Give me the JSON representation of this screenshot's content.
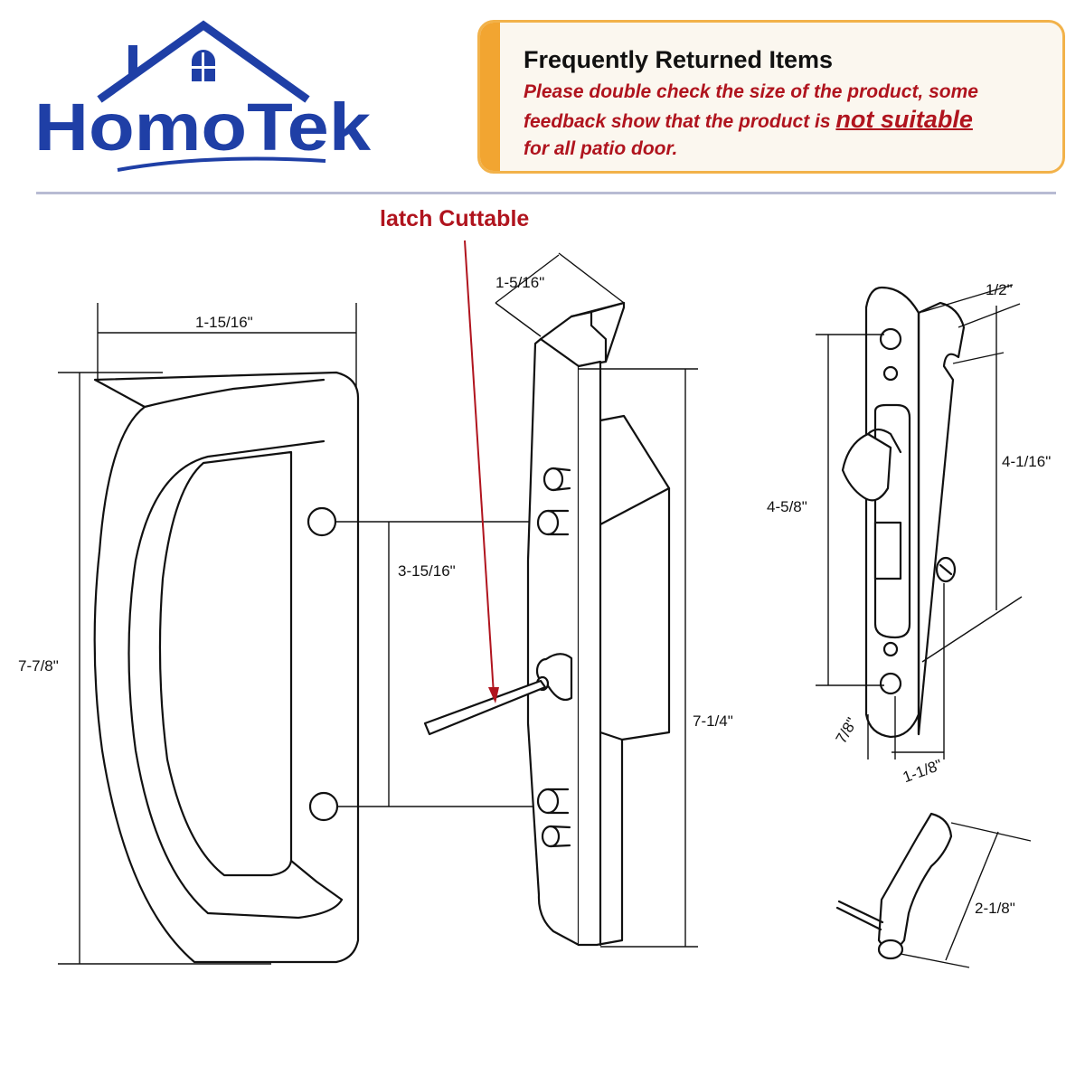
{
  "brand": {
    "name": "HomoTek",
    "colors": {
      "primary": "#1f3fa6",
      "notice_border": "#f2b24a",
      "warning_text": "#b0141e"
    }
  },
  "notice": {
    "title": "Frequently Returned Items",
    "line1": "Please double check the size of the product, some",
    "line2_pre": "feedback show that the product is ",
    "line2_highlight": "not suitable",
    "line3": "for all patio door."
  },
  "callout": {
    "label": "latch Cuttable"
  },
  "dimensions": {
    "handle_width": "1-15/16\"",
    "handle_height": "7-7/8\"",
    "hole_spacing": "3-15/16\"",
    "body_depth": "1-5/16\"",
    "body_height": "7-1/4\"",
    "plate_thickness": "1/2\"",
    "plate_hole_spacing": "4-5/8\"",
    "plate_height_inner": "4-1/16\"",
    "plate_width": "7/8\"",
    "backset": "1-1/8\"",
    "latch_length": "2-1/8\""
  }
}
